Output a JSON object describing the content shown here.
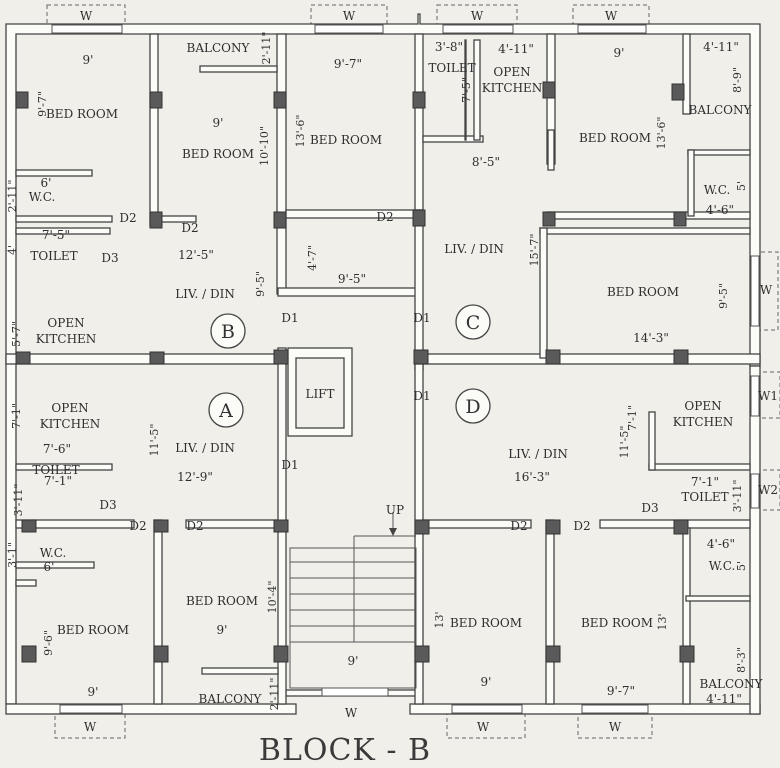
{
  "title": "BLOCK - B",
  "windows": {
    "w": "W",
    "w1": "W1",
    "w2": "W2"
  },
  "stair_up": "UP",
  "lift": "LIFT",
  "flats": {
    "a": "A",
    "b": "B",
    "c": "C",
    "d": "D"
  },
  "rooms": {
    "bed_room": "BED ROOM",
    "balcony": "BALCONY",
    "toilet": "TOILET",
    "wc": "W.C.",
    "open_kitchen_line1": "OPEN",
    "open_kitchen_line2": "KITCHEN",
    "liv_din": "LIV. / DIN"
  },
  "doors": {
    "d1": "D1",
    "d2": "D2",
    "d3": "D3"
  },
  "dims": {
    "b_bed_w": "9'",
    "b_bed_h": "9'-7\"",
    "b_wc_w": "6'",
    "b_wc_h": "2'-11\"",
    "b_toilet_w": "7'-5\"",
    "b_toilet_h": "4'",
    "b_kitchen_h": "5'-7\"",
    "b_liv_w": "12'-5\"",
    "b_liv_h": "9'-5\"",
    "b_bed2_w": "9'",
    "b_bed2_h": "10'-10\"",
    "b_balc_h": "2'-11\"",
    "c_bed_w": "9'-7\"",
    "c_bed_h": "13'-6\"",
    "c_liv_a": "4'-7\"",
    "c_liv_w": "9'-5\"",
    "c_toilet_w": "3'-8\"",
    "c_toilet_h": "7'-5\"",
    "c_kitchen_w": "4'-11\"",
    "c_kitchen_h": "8'-5\"",
    "c_liv_h": "15'-7\"",
    "c_bed2_w": "9'",
    "c_bed2_h": "13'-6\"",
    "c_balc_w": "4'-11\"",
    "c_balc_h": "8'-9\"",
    "c_wc_w": "4'-6\"",
    "c_wc_h": "5'",
    "c_bed3_w": "14'-3\"",
    "c_bed3_h": "9'-5\"",
    "a_kitchen_h": "7'-1\"",
    "a_kitchen_w": "7'-6\"",
    "a_liv_h": "11'-5\"",
    "a_toilet_w": "7'-1\"",
    "a_toilet_h": "3'-11\"",
    "a_liv_w": "12'-9\"",
    "a_wc_w": "6'",
    "a_wc_h": "3'-1\"",
    "a_bed_h": "9'-6\"",
    "a_bed_w": "9'",
    "a_bed2_w": "9'",
    "a_bed2_h": "10'-4\"",
    "a_balc_h": "2'-11\"",
    "lobby_w": "9'",
    "d_kitchen_h": "7'-1\"",
    "d_liv_h": "11'-5\"",
    "d_toilet_w": "7'-1\"",
    "d_toilet_h": "3'-11\"",
    "d_liv_w": "16'-3\"",
    "d_wc_w": "4'-6\"",
    "d_wc_h": "5'",
    "d_bed_h": "13'",
    "d_bed_w": "9'",
    "d_bed2_h": "13'",
    "d_bed2_w": "9'-7\"",
    "d_balc_h": "8'-3\"",
    "d_balc_w": "4'-11\""
  }
}
